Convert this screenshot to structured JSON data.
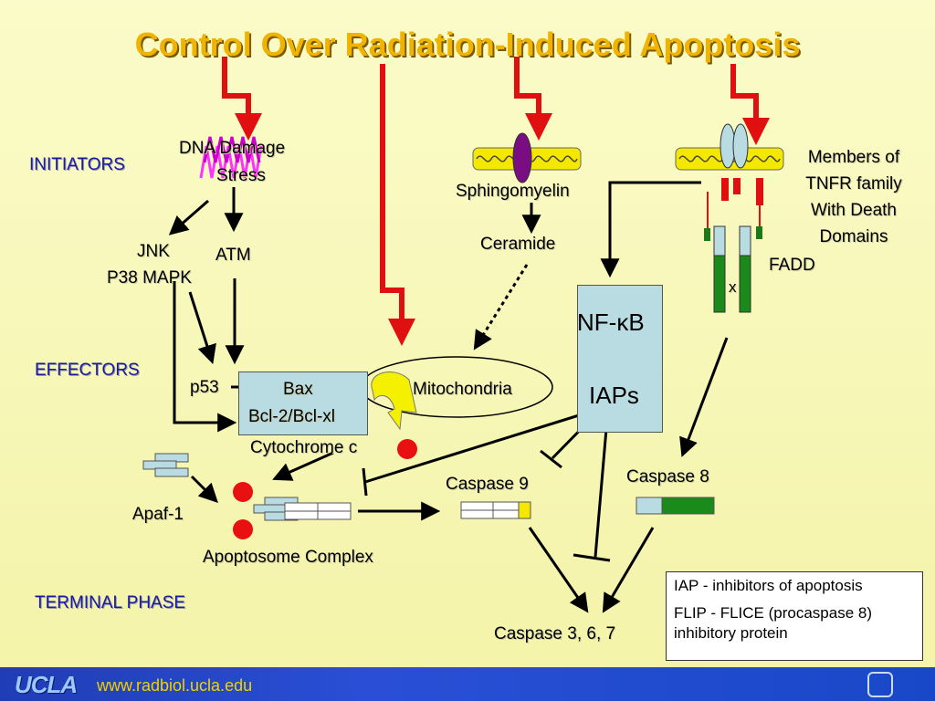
{
  "title": "Control Over Radiation-Induced Apoptosis",
  "sections": {
    "initiators": "INITIATORS",
    "effectors": "EFFECTORS",
    "terminal": "TERMINAL PHASE"
  },
  "nodes": {
    "dna_damage_1": "DNA Damage",
    "dna_damage_2": "Stress",
    "jnk": "JNK",
    "p38": "P38 MAPK",
    "atm": "ATM",
    "p53": "p53",
    "bax": "Bax",
    "bcl2": "Bcl-2/Bcl-xl",
    "mitochondria": "Mitochondria",
    "cytochrome_c": "Cytochrome c",
    "apaf1": "Apaf-1",
    "apoptosome": "Apoptosome Complex",
    "sphingomyelin": "Sphingomyelin",
    "ceramide": "Ceramide",
    "nfkb": "NF-κB",
    "iaps": "IAPs",
    "tnfr_1": "Members of",
    "tnfr_2": "TNFR family",
    "tnfr_3": "With Death",
    "tnfr_4": "Domains",
    "fadd": "FADD",
    "x": "x",
    "caspase9": "Caspase 9",
    "caspase8": "Caspase 8",
    "caspase367": "Caspase 3, 6, 7"
  },
  "legend": {
    "iap": "IAP - inhibitors of apoptosis",
    "flip": "FLIP - FLICE (procaspase 8) inhibitory protein"
  },
  "footer": {
    "logo": "UCLA",
    "url": "www.radbiol.ucla.edu"
  },
  "colors": {
    "title": "#f0b400",
    "section": "#1a1aa8",
    "radiation_arrow": "#e01010",
    "box_fill": "#b8dce2",
    "footer": "#1f3db5"
  }
}
